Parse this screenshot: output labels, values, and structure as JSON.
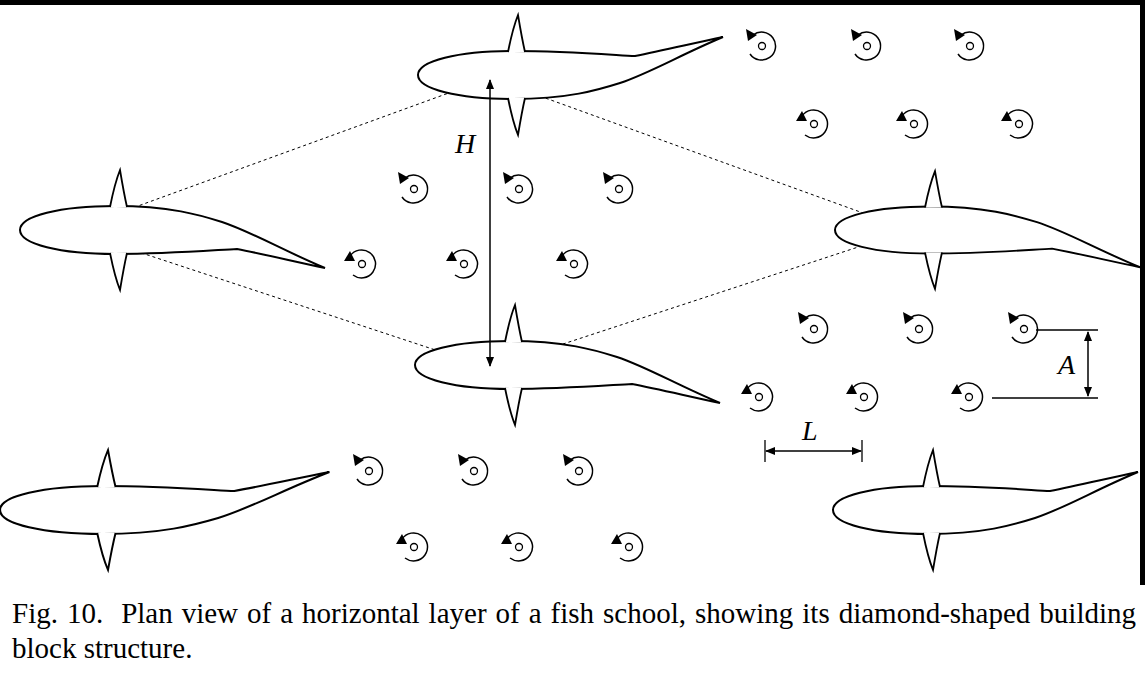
{
  "diagram": {
    "caption": "Fig. 10.  Plan view of a horizontal layer of a fish school, showing its diamond-shaped building block structure.",
    "labels": [
      "H",
      "A",
      "L"
    ]
  }
}
